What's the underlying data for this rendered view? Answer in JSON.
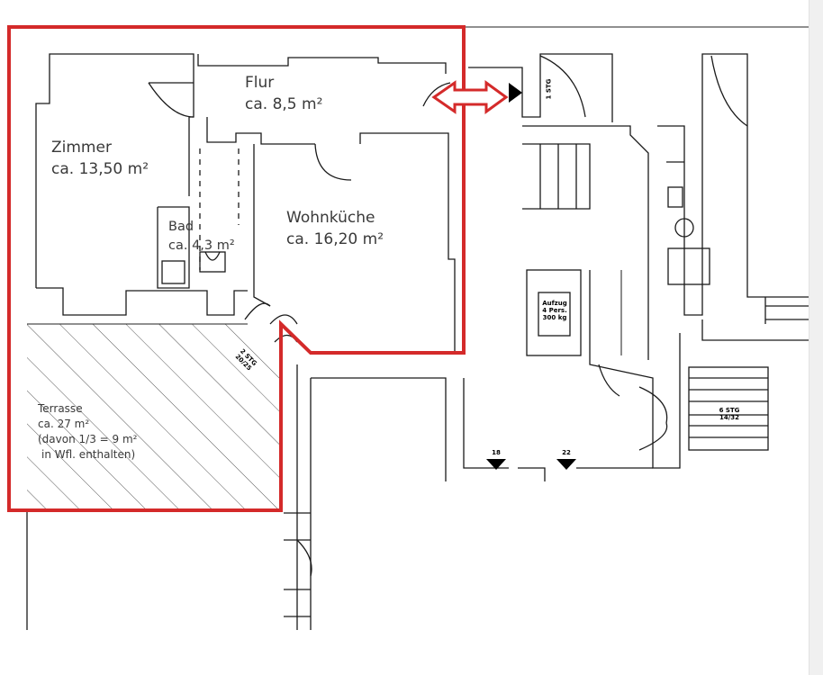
{
  "rooms": {
    "flur": {
      "name": "Flur",
      "area": "ca. 8,5 m²"
    },
    "zimmer": {
      "name": "Zimmer",
      "area": "ca. 13,50 m²"
    },
    "bad": {
      "name": "Bad",
      "area": "ca. 4,3 m²"
    },
    "wohnkueche": {
      "name": "Wohnküche",
      "area": "ca. 16,20 m²"
    },
    "terrasse": {
      "name": "Terrasse",
      "area": "ca. 27 m²",
      "note1": "(davon 1/3 = 9 m²",
      "note2": "in Wfl. enthalten)"
    }
  },
  "markers": {
    "upper_stairs": "1 STG",
    "elevator_1": "Aufzug",
    "elevator_2": "4 Pers.",
    "elevator_3": "300 kg",
    "terrace_stairs_1": "2 STG",
    "terrace_stairs_2": "20/25",
    "right_stairs_1": "6 STG",
    "right_stairs_2": "14/32",
    "level_1": "18",
    "level_2": "22"
  },
  "colors": {
    "outline": "#d42a2a",
    "walls": "#1a1a1a",
    "text": "#3a3a3a"
  }
}
